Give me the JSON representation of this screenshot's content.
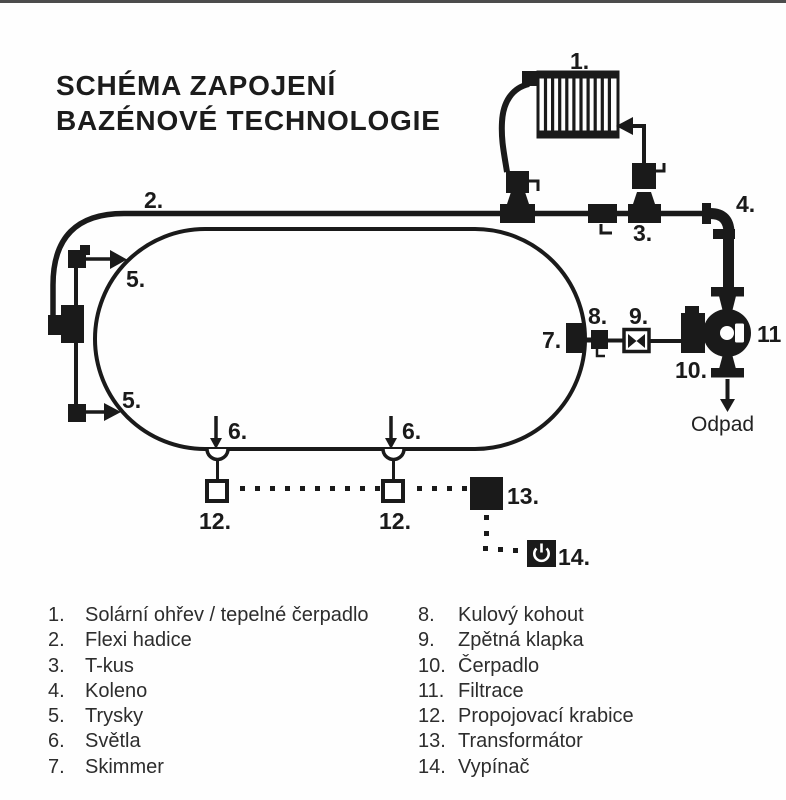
{
  "title": {
    "line1": "SCHÉMA ZAPOJENÍ",
    "line2": "BAZÉNOVÉ TECHNOLOGIE"
  },
  "diagram": {
    "labels": {
      "solar_heater": "1.",
      "flexi_hose": "2.",
      "tee": "3.",
      "elbow": "4.",
      "nozzle_top": "5.",
      "nozzle_bottom": "5.",
      "light_left": "6.",
      "light_right": "6.",
      "skimmer": "7.",
      "ball_valve": "8.",
      "check_valve": "9.",
      "pump": "10.",
      "filtration": "11",
      "junction_left": "12.",
      "junction_right": "12.",
      "transformer": "13.",
      "switch": "14.",
      "waste": "Odpad"
    }
  },
  "legend": {
    "left": [
      {
        "num": "1.",
        "label": "Solární ohřev / tepelné čerpadlo"
      },
      {
        "num": "2.",
        "label": "Flexi hadice"
      },
      {
        "num": "3.",
        "label": "T-kus"
      },
      {
        "num": "4.",
        "label": "Koleno"
      },
      {
        "num": "5.",
        "label": "Trysky"
      },
      {
        "num": "6.",
        "label": "Světla"
      },
      {
        "num": "7.",
        "label": "Skimmer"
      }
    ],
    "right": [
      {
        "num": "8.",
        "label": "Kulový kohout"
      },
      {
        "num": "9.",
        "label": "Zpětná klapka"
      },
      {
        "num": "10.",
        "label": "Čerpadlo"
      },
      {
        "num": "11.",
        "label": "Filtrace"
      },
      {
        "num": "12.",
        "label": "Propojovací krabice"
      },
      {
        "num": "13.",
        "label": "Transformátor"
      },
      {
        "num": "14.",
        "label": "Vypínač"
      }
    ]
  },
  "colors": {
    "ink": "#1a1a1a",
    "top_bar": "#4c4c4c"
  }
}
